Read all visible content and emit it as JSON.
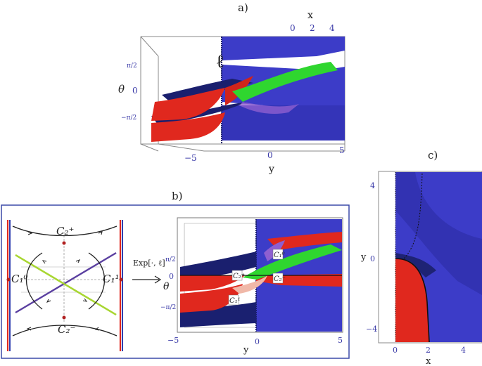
{
  "panel_a": {
    "caption": "a)",
    "x_axis_label": "x",
    "x_ticks": [
      "0",
      "2",
      "4"
    ],
    "y_axis_label": "y",
    "y_ticks": [
      "−5",
      "0",
      "5"
    ],
    "theta_label": "θ",
    "theta_ticks": [
      "π/2",
      "0",
      "−π/2"
    ],
    "ell_label": "ℓ"
  },
  "panel_b": {
    "caption": "b)",
    "left": {
      "label_C2_plus": "C₂⁺",
      "label_C2_minus": "C₂⁻",
      "label_C1_0": "C₁⁰",
      "label_C1_1": "C₁¹"
    },
    "map_label": "Exp[·, ℓ]",
    "theta_label": "θ",
    "theta_ticks": [
      "π/2",
      "0",
      "−π/2"
    ],
    "y_axis_label": "y",
    "y_ticks": [
      "−5",
      "0",
      "5"
    ],
    "curve_labels": [
      "C₂⁺",
      "C₁⁰",
      "C₂⁻",
      "C₁¹"
    ]
  },
  "panel_c": {
    "caption": "c)",
    "y_axis_label": "y",
    "y_ticks": [
      "4",
      "0",
      "−4"
    ],
    "x_axis_label": "x",
    "x_ticks": [
      "0",
      "2",
      "4"
    ]
  },
  "colors": {
    "blue": "#3c3cc8",
    "navy": "#1a1f6e",
    "red": "#e0281e",
    "green": "#2fd62f",
    "lime": "#a8d631",
    "purple": "#5a3fa0"
  }
}
